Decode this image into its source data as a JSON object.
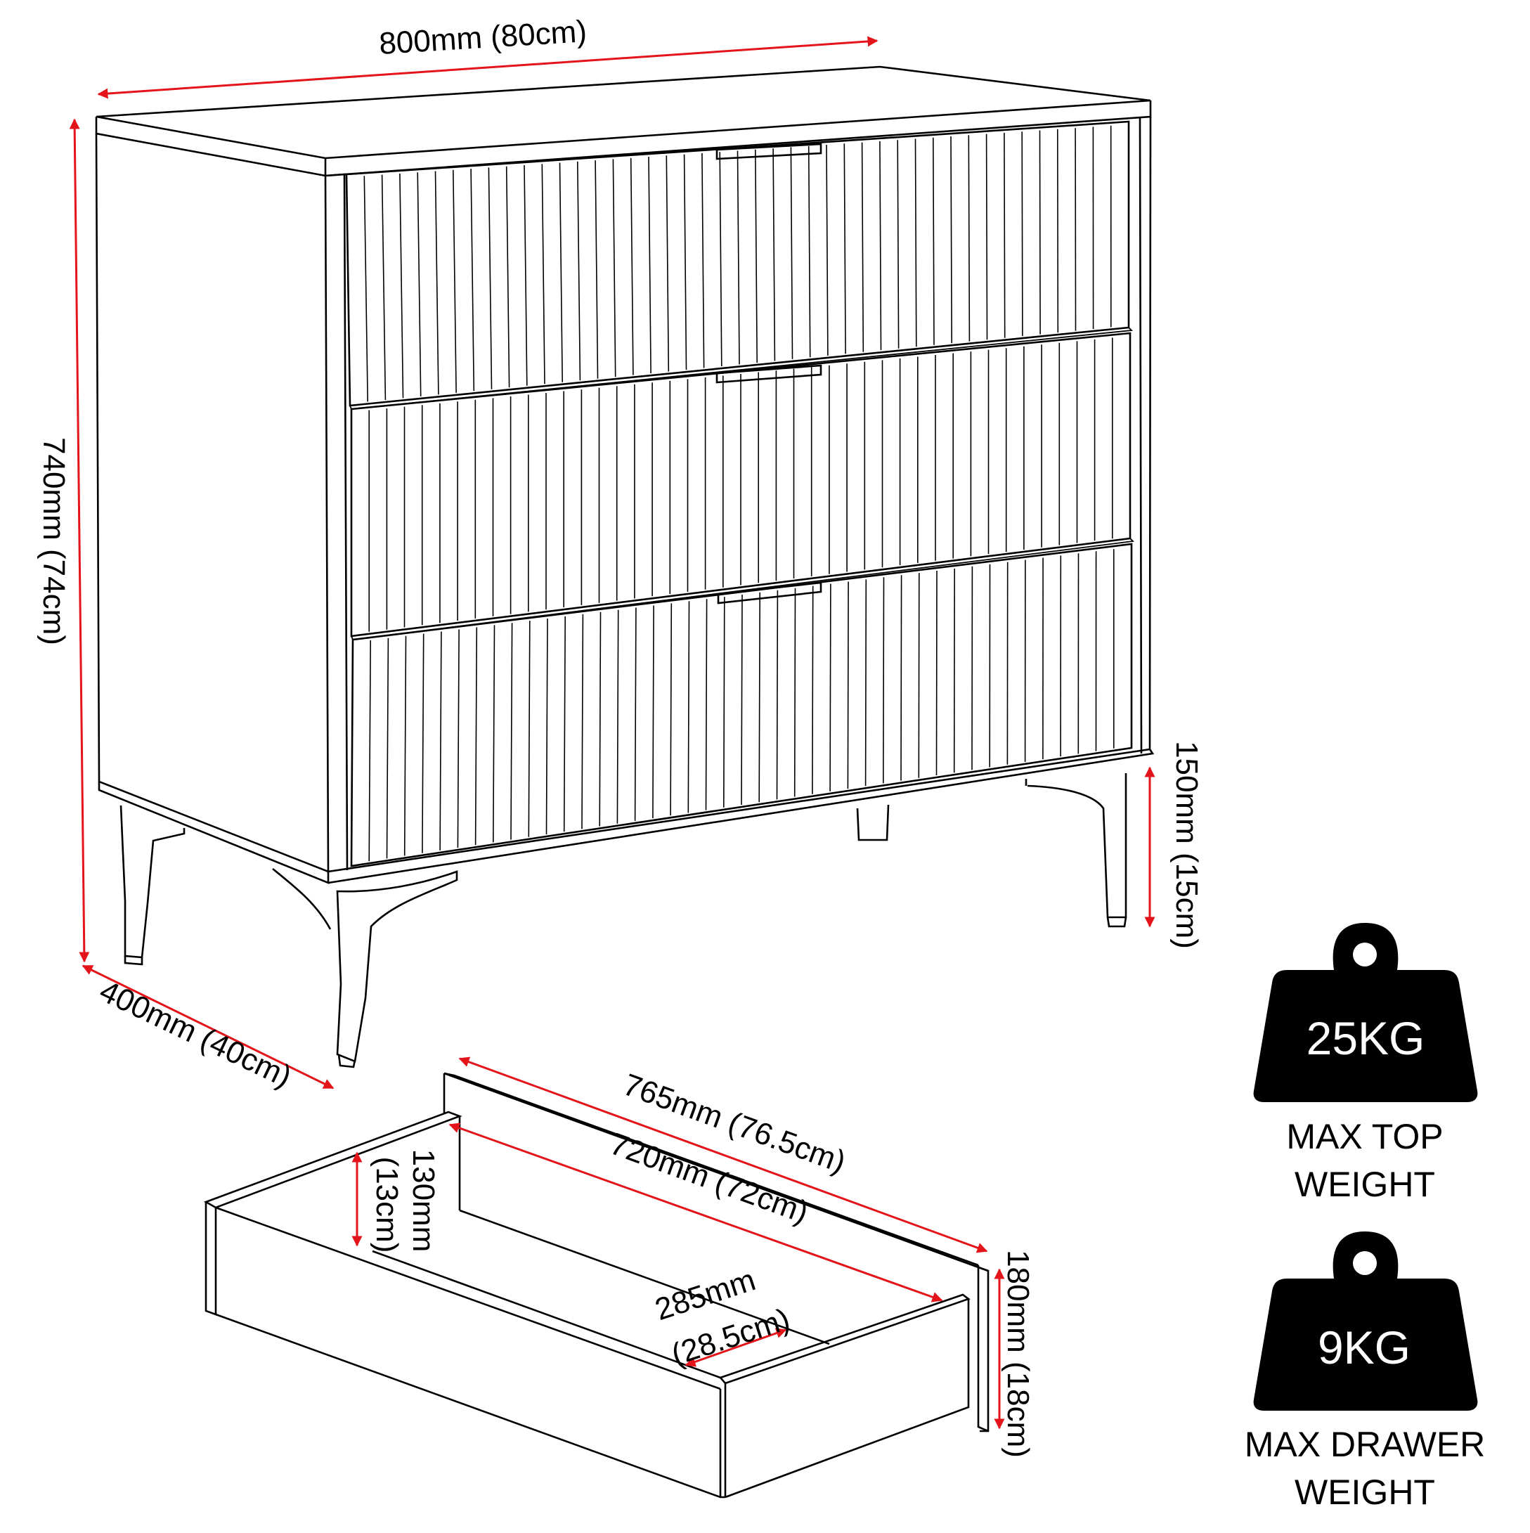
{
  "dimensions": {
    "width": "800mm (80cm)",
    "height": "740mm (74cm)",
    "depth": "400mm (40cm)",
    "leg_height": "150mm (15cm)",
    "drawer_outer_width": "765mm (76.5cm)",
    "drawer_inner_width": "720mm (72cm)",
    "drawer_inner_height_mm": "130mm",
    "drawer_inner_height_cm": "(13cm)",
    "drawer_depth_mm": "285mm",
    "drawer_depth_cm": "(28.5cm)",
    "drawer_front_height": "180mm (18cm)"
  },
  "weights": {
    "top": {
      "value": "25KG",
      "label_line1": "MAX TOP",
      "label_line2": "WEIGHT"
    },
    "drawer": {
      "value": "9KG",
      "label_line1": "MAX DRAWER",
      "label_line2": "WEIGHT"
    }
  },
  "colors": {
    "dimension_line": "#e3151a",
    "outline": "#000000",
    "weight_icon": "#000000"
  },
  "icons": [
    "weight-icon",
    "weight-icon"
  ]
}
